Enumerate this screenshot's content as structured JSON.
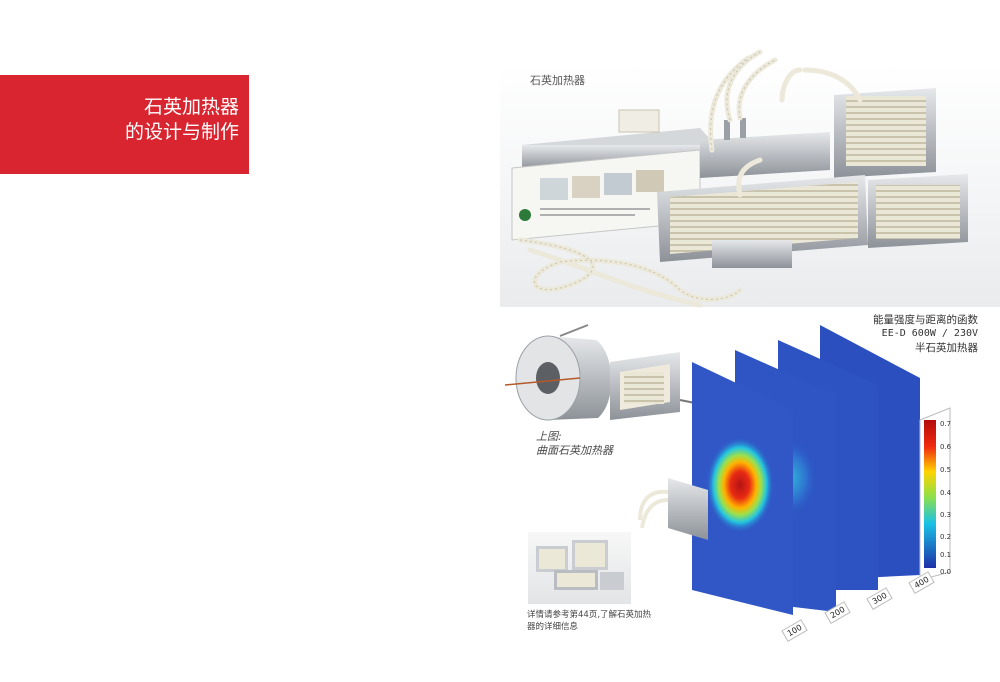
{
  "banner": {
    "title_line1": "石英加热器",
    "title_line2": "的设计与制作",
    "color": "#d8252f"
  },
  "top_panel": {
    "caption": "石英加热器"
  },
  "intensity_figure": {
    "caption_line1": "能量强度与距离的函数",
    "caption_line2": "EE-D 600W / 230V",
    "caption_line3": "半石英加热器",
    "distance_labels": [
      "100",
      "200",
      "300",
      "400"
    ],
    "scale_labels": [
      "0.7",
      "0.6",
      "0.5",
      "0.4",
      "0.3",
      "0.2",
      "0.1",
      "0.0"
    ]
  },
  "curved_heater": {
    "caption_line1": "上图:",
    "caption_line2": "曲面石英加热器"
  },
  "reference": {
    "text": "详情请参考第44页,了解石英加热器的详细信息"
  }
}
